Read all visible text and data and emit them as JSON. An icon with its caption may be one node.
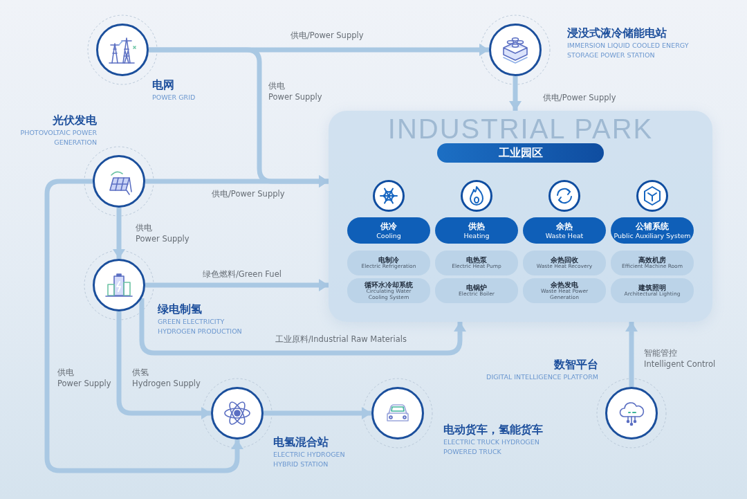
{
  "diagram": {
    "nodes": [
      {
        "text": [],
        "shape": "circle",
        "beside": [
          "电网",
          "POWER GRID"
        ]
      },
      {
        "text": [],
        "shape": "circle",
        "beside": [
          "浸没式液冷储能电站",
          "IMMERSION LIQUID COOLED ENERGY STORAGE POWER STATION"
        ]
      },
      {
        "text": [],
        "shape": "circle",
        "beside": [
          "光伏发电",
          "PHOTOVOLTAIC POWER GENERATION"
        ]
      },
      {
        "text": [],
        "shape": "circle",
        "beside": [
          "绿电制氢",
          "GREEN ELECTRICITY HYDROGEN PRODUCTION"
        ]
      },
      {
        "text": [],
        "shape": "circle",
        "beside": [
          "电氢混合站",
          "ELECTRIC HYDROGEN HYBRID STATION"
        ]
      },
      {
        "text": [],
        "shape": "circle",
        "beside": [
          "电动货车，氢能货车",
          "ELECTRIC TRUCK HYDROGEN POWERED TRUCK"
        ]
      },
      {
        "text": [],
        "shape": "circle",
        "beside": [
          "数智平台",
          "DIGITAL INTELLIGENCE PLATFORM"
        ]
      },
      {
        "text": [
          "INDUSTRIAL PARK"
        ]
      },
      {
        "text": [
          "工业园区"
        ],
        "in": 7
      },
      {
        "text": [
          "供冷",
          "Cooling"
        ],
        "in": 7
      },
      {
        "text": [
          "供热",
          "Heating"
        ],
        "in": 7
      },
      {
        "text": [
          "余热",
          "Waste Heat"
        ],
        "in": 7
      },
      {
        "text": [
          "公辅系统",
          "Public Auxiliary System"
        ],
        "in": 7
      },
      {
        "text": [
          "电制冷",
          "Electric Refrigeration"
        ],
        "in": 7
      },
      {
        "text": [
          "电热泵",
          "Electric Heat Pump"
        ],
        "in": 7
      },
      {
        "text": [
          "余热回收",
          "Waste Heat Recovery"
        ],
        "in": 7
      },
      {
        "text": [
          "高效机房",
          "Efficient Machine Room"
        ],
        "in": 7
      },
      {
        "text": [
          "循环水冷却系统",
          "Circulating Water Cooling System"
        ],
        "in": 7
      },
      {
        "text": [
          "电锅炉",
          "Electric Boiler"
        ],
        "in": 7
      },
      {
        "text": [
          "余热发电",
          "Waste Heat Power Generation"
        ],
        "in": 7
      },
      {
        "text": [
          "建筑照明",
          "Architectural Lighting"
        ],
        "in": 7
      }
    ],
    "edges": [
      {
        "from": 0,
        "to": 1,
        "arrow": "to",
        "label": "供电/Power Supply"
      },
      {
        "from": 0,
        "to": 7,
        "arrow": "to",
        "label": "供电 Power Supply"
      },
      {
        "from": 1,
        "to": 7,
        "arrow": "to",
        "label": "供电/Power Supply"
      },
      {
        "from": 2,
        "to": 7,
        "arrow": "to",
        "label": "供电/Power Supply"
      },
      {
        "from": 2,
        "to": 3,
        "arrow": "to",
        "label": "供电 Power Supply"
      },
      {
        "from": 2,
        "to": 4,
        "arrow": "to",
        "label": "供电 Power Supply"
      },
      {
        "from": 3,
        "to": 7,
        "arrow": "to",
        "label": "绿色燃料/Green Fuel"
      },
      {
        "from": 3,
        "to": 7,
        "arrow": "to",
        "label": "工业原料/Industrial Raw Materials"
      },
      {
        "from": 3,
        "to": 4,
        "arrow": "to",
        "label": "供氢 Hydrogen Supply"
      },
      {
        "from": 4,
        "to": 5,
        "arrow": "to"
      },
      {
        "from": 6,
        "to": 7,
        "arrow": "to",
        "label": "智能管控 Intelligent Control"
      }
    ]
  }
}
